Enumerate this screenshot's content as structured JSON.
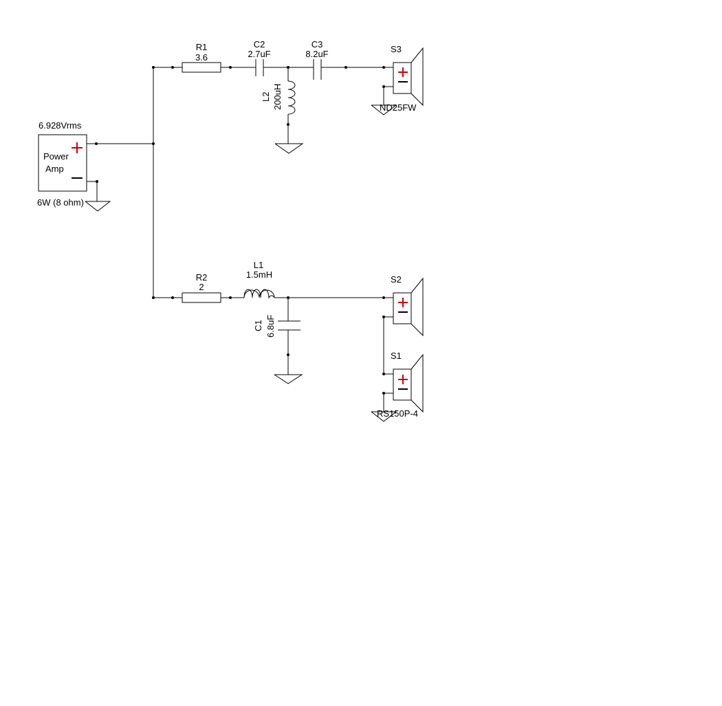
{
  "colors": {
    "wire": "#000000",
    "plus": "#cc0000",
    "minus": "#000000",
    "background": "#ffffff"
  },
  "source": {
    "voltage": "6.928Vrms",
    "name_line1": "Power",
    "name_line2": "Amp",
    "rating": "6W (8 ohm)"
  },
  "components": {
    "r1": {
      "ref": "R1",
      "value": "3.6"
    },
    "c2": {
      "ref": "C2",
      "value": "2.7uF"
    },
    "c3": {
      "ref": "C3",
      "value": "8.2uF"
    },
    "l2": {
      "ref": "L2",
      "value": "200uH"
    },
    "r2": {
      "ref": "R2",
      "value": "2"
    },
    "l1": {
      "ref": "L1",
      "value": "1.5mH"
    },
    "c1": {
      "ref": "C1",
      "value": "6.8uF"
    }
  },
  "speakers": {
    "s3": {
      "ref": "S3",
      "model": "ND25FW"
    },
    "s2": {
      "ref": "S2"
    },
    "s1": {
      "ref": "S1",
      "model": "RS150P-4"
    }
  }
}
